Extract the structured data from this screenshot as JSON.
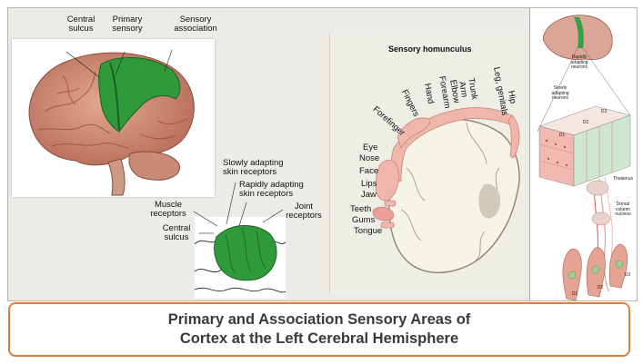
{
  "brain_labels": {
    "central_sulcus": "Central\nsulcus",
    "primary_sensory": "Primary\nsensory",
    "sensory_association": "Sensory\nassociation"
  },
  "detail_labels": {
    "slowly_adapting": "Slowly adapting\nskin receptors",
    "rapidly_adapting": "Rapidly adapting\nskin receptors",
    "muscle_receptors": "Muscle\nreceptors",
    "central_sulcus": "Central\nsulcus",
    "joint_receptors": "Joint\nreceptors"
  },
  "homunculus": {
    "title": "Sensory homunculus",
    "parts": [
      "Leg, genitals",
      "Hip",
      "Trunk",
      "Arm",
      "Elbow",
      "Forearm",
      "Hand",
      "Fingers",
      "Forefinger",
      "Eye",
      "Nose",
      "Face",
      "Lips",
      "Jaw",
      "Teeth",
      "Gums",
      "Tongue"
    ]
  },
  "pathway_labels": {
    "rapidly_adapting": "Rapidly\nadapting\nneurons",
    "slowly_adapting": "Slowly\nadapting\nneurons",
    "d1": "D1",
    "d2": "D2",
    "d3": "D3",
    "thalamus": "Thalamus",
    "dorsal_column": "Dorsal\ncolumn\nnucleus",
    "bottom_d1": "D1",
    "bottom_d2": "D2",
    "bottom_d3": "D3"
  },
  "caption": {
    "line1": "Primary and Association Sensory Areas of",
    "line2": "Cortex at the Left Cerebral Hemisphere"
  },
  "colors": {
    "caption_border": "#e07f3a",
    "sensory_green": "#2f9a3a",
    "brain_pink": "#d89580"
  }
}
